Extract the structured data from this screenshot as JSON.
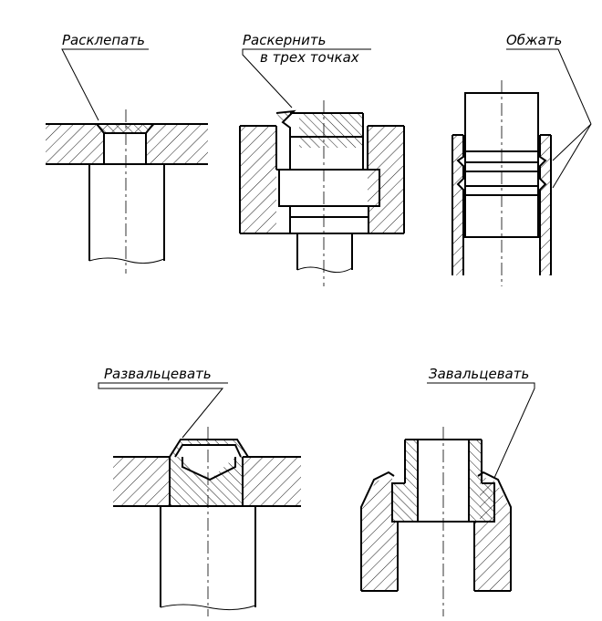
{
  "labels": {
    "rivet": "Расклепать",
    "punch_line1": "Раскернить",
    "punch_line2": "в трех точках",
    "crimp": "Обжать",
    "flare": "Развальцевать",
    "roll_in": "Завальцевать"
  }
}
